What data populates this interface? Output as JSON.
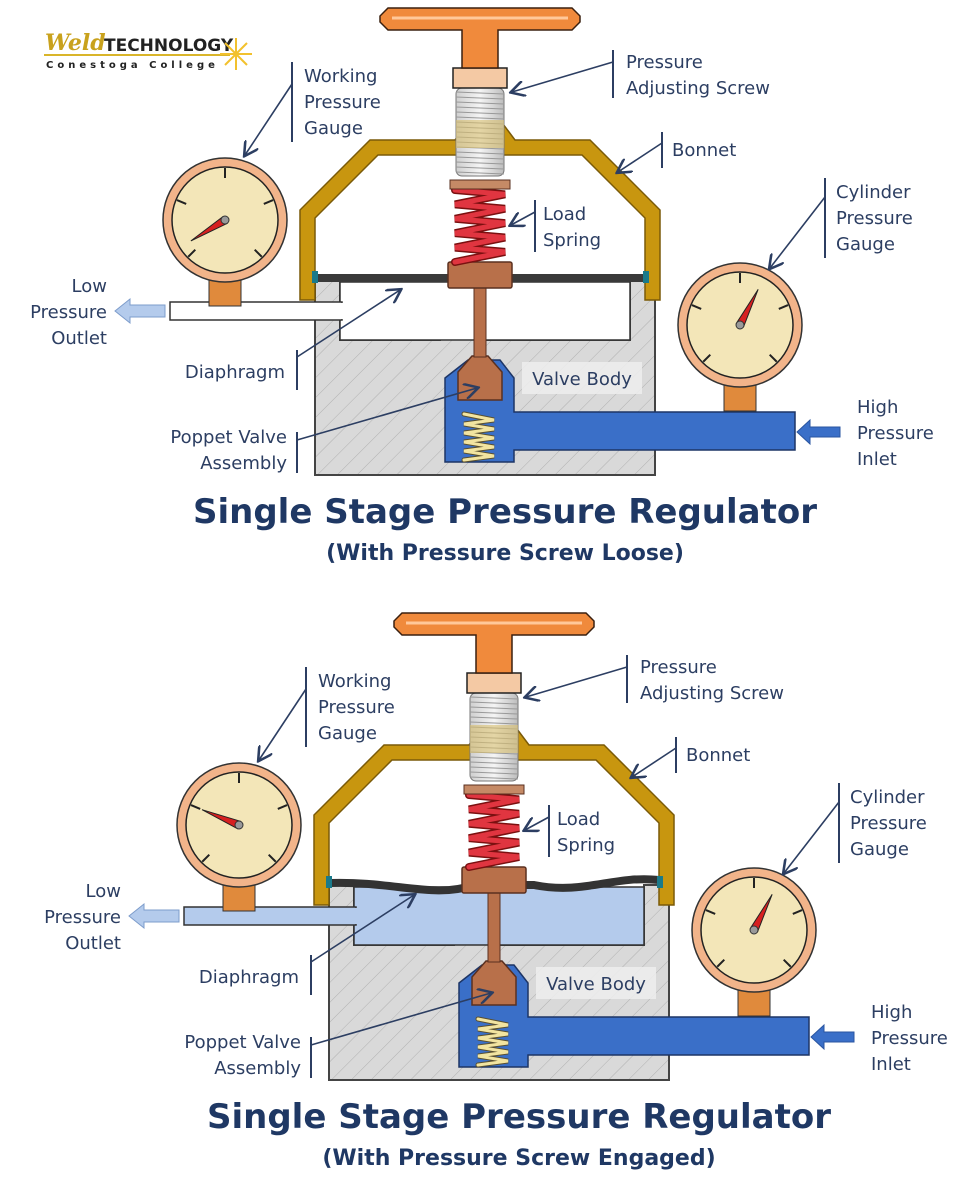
{
  "logo": {
    "brand": "Weld",
    "product": "TECHNOLOGY",
    "institution": "Conestoga College"
  },
  "colors": {
    "label_text": "#2c3e62",
    "title_text": "#1f3864",
    "handle": "#f08a3c",
    "bonnet": "#c8960f",
    "high_pressure": "#3a6fc8",
    "low_pressure": "#b4cbec",
    "valve_body": "#d9d9d9",
    "gauge_face": "#f3e6b8",
    "gauge_rim": "#f2b48a",
    "load_spring": "#e03540",
    "poppet": "#b8704a"
  },
  "diagrams": [
    {
      "state": "loose",
      "title": "Single Stage Pressure Regulator",
      "subtitle": "(With Pressure Screw Loose)",
      "labels": {
        "working_gauge": [
          "Working",
          "Pressure",
          "Gauge"
        ],
        "adjusting_screw": [
          "Pressure",
          "Adjusting Screw"
        ],
        "bonnet": "Bonnet",
        "load_spring": [
          "Load",
          "Spring"
        ],
        "cylinder_gauge": [
          "Cylinder",
          "Pressure",
          "Gauge"
        ],
        "low_outlet": [
          "Low",
          "Pressure",
          "Outlet"
        ],
        "diaphragm": "Diaphragm",
        "valve_body": "Valve Body",
        "poppet": [
          "Poppet Valve",
          "Assembly"
        ],
        "high_inlet": [
          "High",
          "Pressure",
          "Inlet"
        ]
      },
      "working_gauge_reading": 0.05,
      "cylinder_gauge_reading": 0.6
    },
    {
      "state": "engaged",
      "title": "Single Stage Pressure Regulator",
      "subtitle": "(With Pressure Screw Engaged)",
      "labels": {
        "working_gauge": [
          "Working",
          "Pressure",
          "Gauge"
        ],
        "adjusting_screw": [
          "Pressure",
          "Adjusting Screw"
        ],
        "bonnet": "Bonnet",
        "load_spring": [
          "Load",
          "Spring"
        ],
        "cylinder_gauge": [
          "Cylinder",
          "Pressure",
          "Gauge"
        ],
        "low_outlet": [
          "Low",
          "Pressure",
          "Outlet"
        ],
        "diaphragm": "Diaphragm",
        "valve_body": "Valve Body",
        "poppet": [
          "Poppet Valve",
          "Assembly"
        ],
        "high_inlet": [
          "High",
          "Pressure",
          "Inlet"
        ]
      },
      "working_gauge_reading": 0.25,
      "cylinder_gauge_reading": 0.6
    }
  ]
}
